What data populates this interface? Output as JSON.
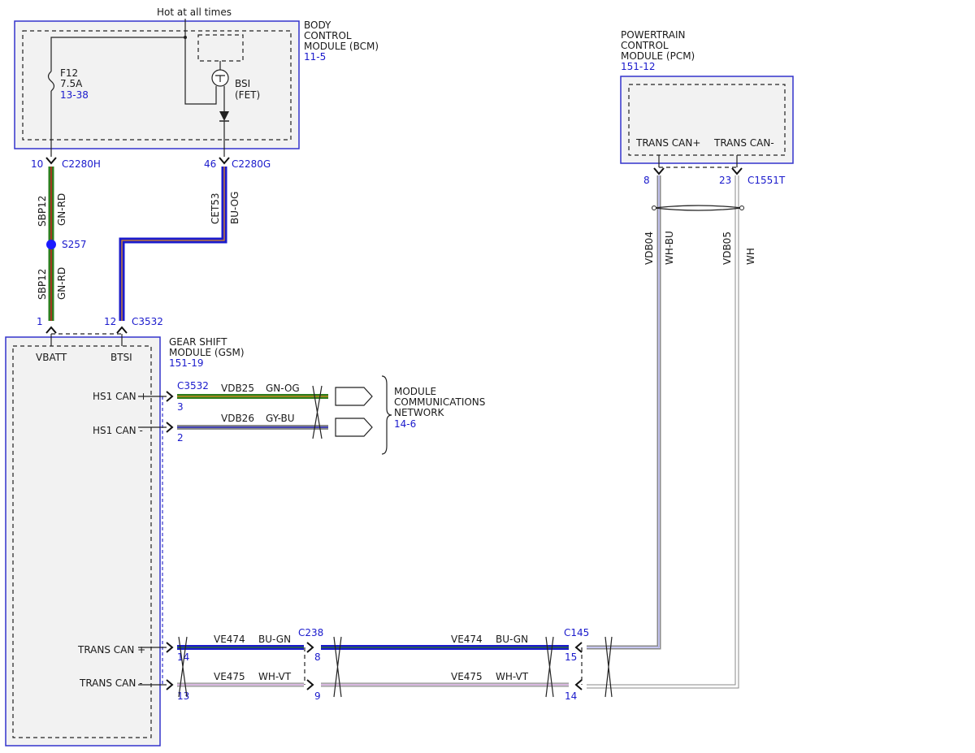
{
  "top": {
    "hot_label": "Hot at all times"
  },
  "bcm": {
    "name_l1": "BODY",
    "name_l2": "CONTROL",
    "name_l3": "MODULE (BCM)",
    "ref": "11-5"
  },
  "fuse": {
    "name": "F12",
    "rating": "7.5A",
    "ref": "13-38"
  },
  "bsi": {
    "name": "BSI",
    "type": "(FET)"
  },
  "pcm": {
    "name_l1": "POWERTRAIN",
    "name_l2": "CONTROL",
    "name_l3": "MODULE (PCM)",
    "ref": "151-12",
    "pin_plus": "TRANS CAN+",
    "pin_minus": "TRANS CAN-"
  },
  "gsm": {
    "name_l1": "GEAR SHIFT",
    "name_l2": "MODULE (GSM)",
    "ref": "151-19",
    "pin_vbatt": "VBATT",
    "pin_btsi": "BTSI",
    "pin_hs1p": "HS1 CAN +",
    "pin_hs1m": "HS1 CAN -",
    "pin_tcp": "TRANS CAN +",
    "pin_tcm": "TRANS CAN -"
  },
  "network": {
    "name_l1": "MODULE",
    "name_l2": "COMMUNICATIONS",
    "name_l3": "NETWORK",
    "ref": "14-6"
  },
  "connectors": {
    "c2280h": "C2280H",
    "c2280h_pin": "10",
    "c2280g": "C2280G",
    "c2280g_pin": "46",
    "c3532": "C3532",
    "c3532_pin_vbatt": "1",
    "c3532_pin_btsi": "12",
    "c3532_hs": "C3532",
    "c3532_hs1p_pin": "3",
    "c3532_hs1m_pin": "2",
    "c1551t": "C1551T",
    "c1551t_pin_plus": "8",
    "c1551t_pin_minus": "23",
    "c238": "C238",
    "c238_pin_plus": "8",
    "c238_pin_minus": "9",
    "c145": "C145",
    "c145_pin_plus": "15",
    "c145_pin_minus": "14",
    "gsm_tcp_pin": "14",
    "gsm_tcm_pin": "13"
  },
  "splice": {
    "name": "S257"
  },
  "wires": {
    "sbp12_circuit": "SBP12",
    "sbp12_color": "GN-RD",
    "cet53_circuit": "CET53",
    "cet53_color": "BU-OG",
    "vdb25_circuit": "VDB25",
    "vdb25_color": "GN-OG",
    "vdb26_circuit": "VDB26",
    "vdb26_color": "GY-BU",
    "vdb04_circuit": "VDB04",
    "vdb04_color": "WH-BU",
    "vdb05_circuit": "VDB05",
    "vdb05_color": "WH",
    "ve474_circuit": "VE474",
    "ve474_color": "BU-GN",
    "ve475_circuit": "VE475",
    "ve475_color": "WH-VT"
  },
  "colors": {
    "module_outline": "#3333cc",
    "ref_text": "#1a1acc",
    "green": "#2e7d1e",
    "red_tracer": "#cc2222",
    "blue": "#1a1acc",
    "orange_tracer": "#e08a20",
    "gray": "#8a8a8a",
    "violet_tracer": "#b070c0"
  }
}
